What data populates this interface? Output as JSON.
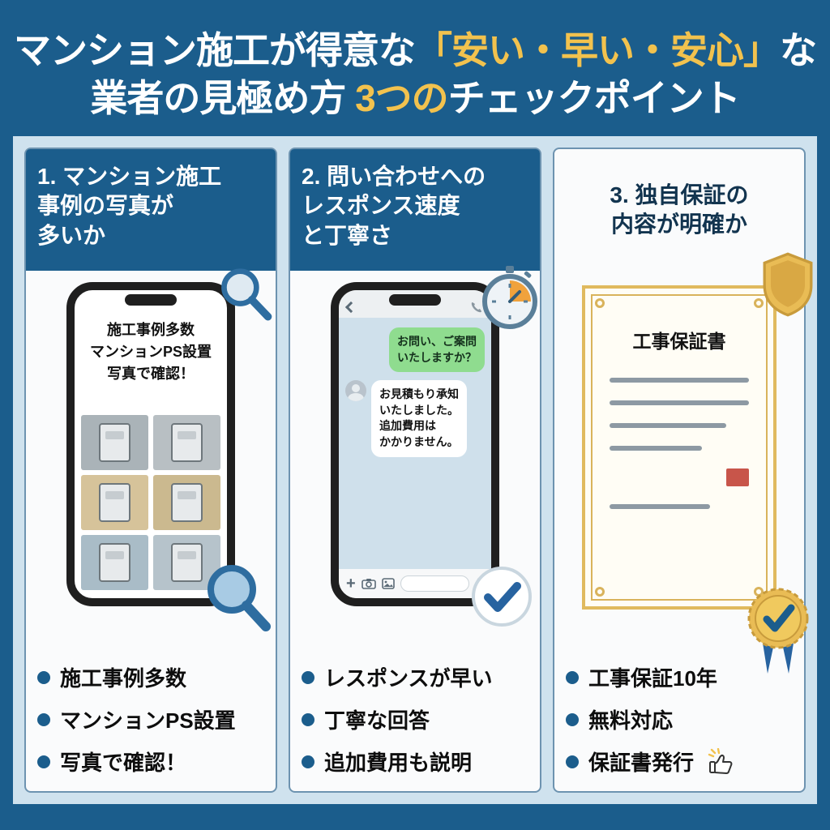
{
  "palette": {
    "header_blue": "#1b5d8c",
    "light_blue": "#cfe2ee",
    "highlight_yellow": "#f2c24e",
    "bubble_green": "#8fdc8f",
    "stamp_red": "#c8554a",
    "gold": "#e9bc55",
    "check_blue": "#2763a0"
  },
  "title": {
    "line1": [
      {
        "text": "マンション施工が得意な",
        "highlight": false
      },
      {
        "text": "「安い・早い・安心」",
        "highlight": true
      },
      {
        "text": "な",
        "highlight": false
      }
    ],
    "line2": [
      {
        "text": "業者の見極め方 ",
        "highlight": false
      },
      {
        "text": "3つの",
        "highlight": true
      },
      {
        "text": "チェックポイント",
        "highlight": false
      }
    ]
  },
  "cards": [
    {
      "header": "1. マンション施工\n事例の写真が\n多いか",
      "phone_text": "施工事例多数\nマンションPS設置\n写真で確認！",
      "bullets": [
        "施工事例多数",
        "マンションPS設置",
        "写真で確認！"
      ]
    },
    {
      "header": "2. 問い合わせへの\nレスポンス速度\nと丁寧さ",
      "chat": {
        "outgoing": "お問い、ご案問\nいたしますか？",
        "incoming": "お見積もり承知\nいたしました。\n追加費用は\nかかりません。",
        "input_plus": "+"
      },
      "bullets": [
        "レスポンスが早い",
        "丁寧な回答",
        "追加費用も説明"
      ]
    },
    {
      "header": "3. 独自保証の\n内容が明確か",
      "certificate_title": "工事保証書",
      "bullets": [
        "工事保証10年",
        "無料対応",
        "保証書発行"
      ]
    }
  ]
}
